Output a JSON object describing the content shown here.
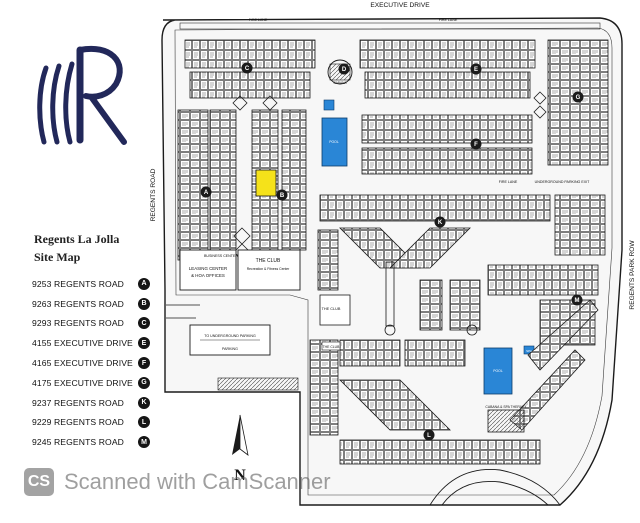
{
  "map": {
    "title_line1": "Regents La Jolla",
    "title_line2": "Site Map",
    "streets": {
      "top": "EXECUTIVE DRIVE",
      "left": "REGENTS ROAD",
      "right": "REGENTS PARK ROW",
      "fire_lane": "FIRE LANE",
      "underground_parking": "UNDERGROUND PARKING EXIT"
    },
    "amenities": {
      "pool_top": "POOL",
      "pool_bottom": "POOL",
      "spa": "SPA",
      "cabana_top": "CABANA",
      "cabana_bottom": "CABANA & SPA THERAPY",
      "the_club_main": "THE CLUB",
      "the_club_sub": "Recreation & Fitness Center",
      "leasing_line1": "LEASING CENTER",
      "leasing_line2": "& HOA OFFICES",
      "business_center": "BUSINESS CENTER",
      "the_club_inner": "THE CLUB",
      "the_club_inner2": "THE CLUB",
      "to_underground": "TO UNDERGROUND PARKING",
      "parking": "PARKING"
    },
    "north_label": "N"
  },
  "legend": [
    {
      "address": "9253 REGENTS ROAD",
      "letter": "A"
    },
    {
      "address": "9263 REGENTS ROAD",
      "letter": "B"
    },
    {
      "address": "9293 REGENTS ROAD",
      "letter": "C"
    },
    {
      "address": "4155 EXECUTIVE DRIVE",
      "letter": "E"
    },
    {
      "address": "4165 EXECUTIVE DRIVE",
      "letter": "F"
    },
    {
      "address": "4175 EXECUTIVE DRIVE",
      "letter": "G"
    },
    {
      "address": "9237 REGENTS ROAD",
      "letter": "K"
    },
    {
      "address": "9229 REGENTS ROAD",
      "letter": "L"
    },
    {
      "address": "9245 REGENTS ROAD",
      "letter": "M"
    }
  ],
  "markers": [
    "A",
    "B",
    "C",
    "D",
    "E",
    "F",
    "G",
    "K",
    "L",
    "M"
  ],
  "watermark": {
    "logo": "CS",
    "text": "Scanned with CamScanner"
  },
  "colors": {
    "pool": "#2a86d6",
    "highlight": "#f5e21a",
    "ink": "#1b1b1b",
    "logo": "#22285a"
  }
}
